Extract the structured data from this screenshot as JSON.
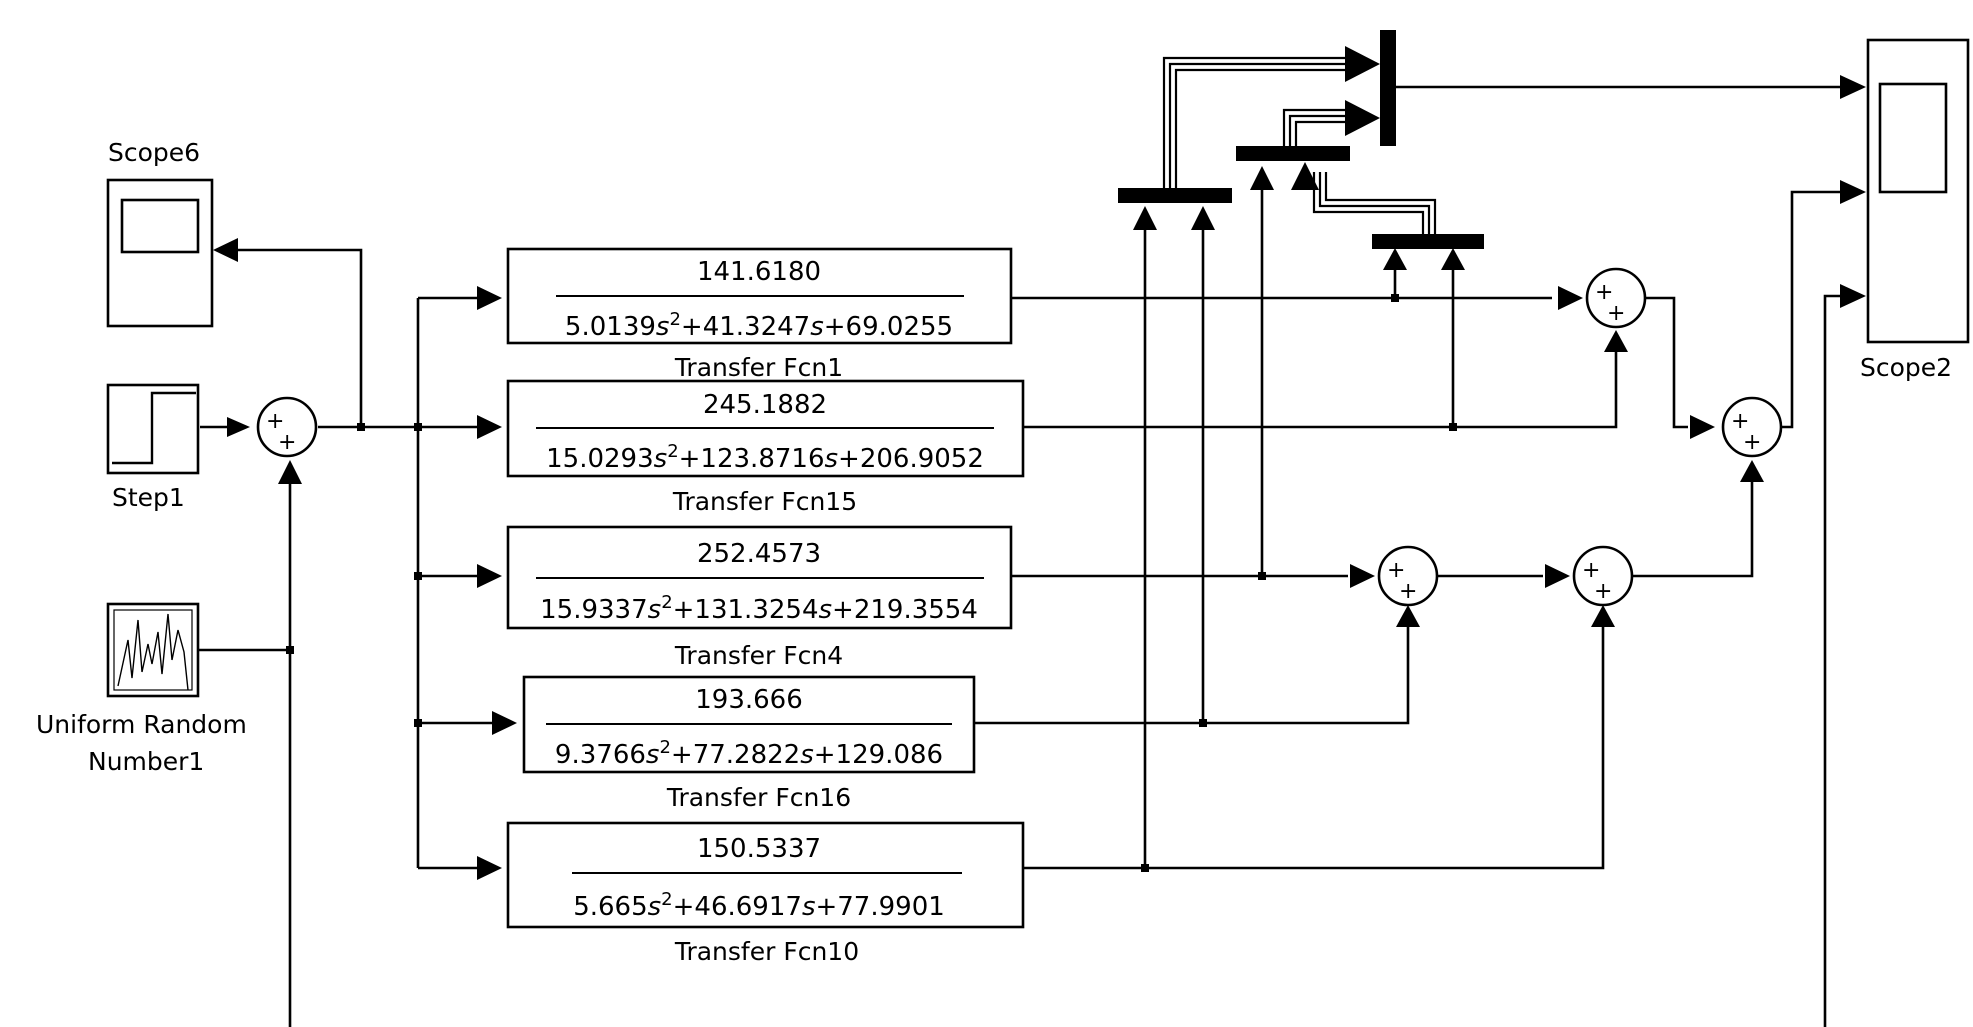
{
  "blocks": {
    "scope6": {
      "label": "Scope6"
    },
    "step1": {
      "label": "Step1"
    },
    "uniform_random": {
      "label_line1": "Uniform Random",
      "label_line2": "Number1"
    },
    "scope2": {
      "label": "Scope2"
    },
    "tf1": {
      "label": "Transfer Fcn1",
      "num": "141.6180",
      "den_a": "5.0139",
      "den_b": "+41.3247",
      "den_c": "+69.0255"
    },
    "tf15": {
      "label": "Transfer Fcn15",
      "num": "245.1882",
      "den_a": "15.0293",
      "den_b": "+123.8716",
      "den_c": "+206.9052"
    },
    "tf4": {
      "label": "Transfer Fcn4",
      "num": "252.4573",
      "den_a": "15.9337",
      "den_b": "+131.3254",
      "den_c": "+219.3554"
    },
    "tf16": {
      "label": "Transfer Fcn16",
      "num": "193.666",
      "den_a": "9.3766",
      "den_b": "+77.2822",
      "den_c": "+129.086"
    },
    "tf10": {
      "label": "Transfer Fcn10",
      "num": "150.5337",
      "den_a": "5.665",
      "den_b": "+46.6917",
      "den_c": "+77.9901"
    }
  },
  "symbols": {
    "s": "s",
    "sq": "2",
    "plus": "+"
  }
}
